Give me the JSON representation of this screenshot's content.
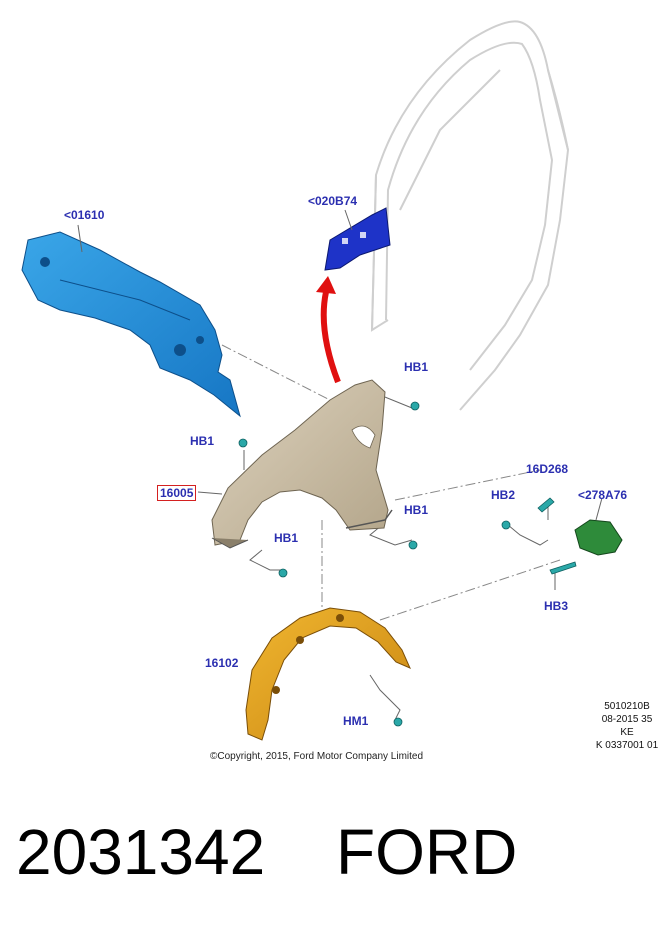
{
  "callouts": {
    "c01610": "<01610",
    "c020b74": "<020B74",
    "hb1_top": "HB1",
    "hb1_left": "HB1",
    "c16005": "16005",
    "hb1_right": "HB1",
    "hb1_bottom": "HB1",
    "c16d268": "16D268",
    "hb2": "HB2",
    "c278a76": "<278A76",
    "hb3": "HB3",
    "c16102": "16102",
    "hm1": "HM1"
  },
  "info_block": {
    "line1": "5010210B",
    "line2": "08-2015 35",
    "line3": "KE",
    "line4": "K 0337001 01"
  },
  "copyright": "©Copyright, 2015, Ford Motor Company Limited",
  "part_number": "2031342",
  "brand": "FORD",
  "colors": {
    "callout_text": "#2b2fb0",
    "highlight_box": "#d42020",
    "dash_panel": "#1f8fd6",
    "bracket": "#1e33c8",
    "fender": "#c9bca3",
    "wheel_liner": "#e0a020",
    "deflector": "#2e8b3a",
    "fastener": "#2aa8a8",
    "arrow": "#e01010"
  }
}
